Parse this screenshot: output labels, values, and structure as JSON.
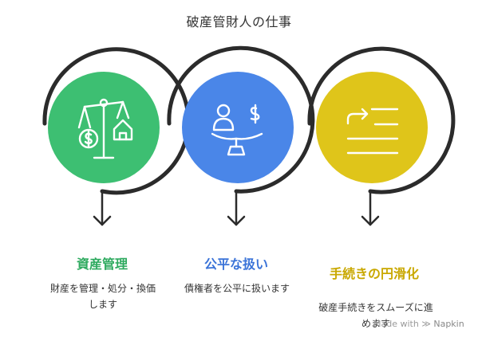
{
  "title": "破産管財人の仕事",
  "steps": [
    {
      "icon": "scale-money-house-icon",
      "color": "#3dbf72",
      "heading": "資産管理",
      "heading_color": "#2eaa5f",
      "description": "財産を管理・処分・換価します"
    },
    {
      "icon": "person-scale-dollar-icon",
      "color": "#4a86e8",
      "heading": "公平な扱い",
      "heading_color": "#3a73d8",
      "description": "債権者を公平に扱います"
    },
    {
      "icon": "forward-arrow-list-icon",
      "color": "#dfc51a",
      "heading": "手続きの円滑化",
      "heading_color": "#c9a800",
      "description": "破産手続きをスムーズに進めます"
    }
  ],
  "watermark": {
    "prefix": "Made with",
    "brand": "Napkin"
  }
}
